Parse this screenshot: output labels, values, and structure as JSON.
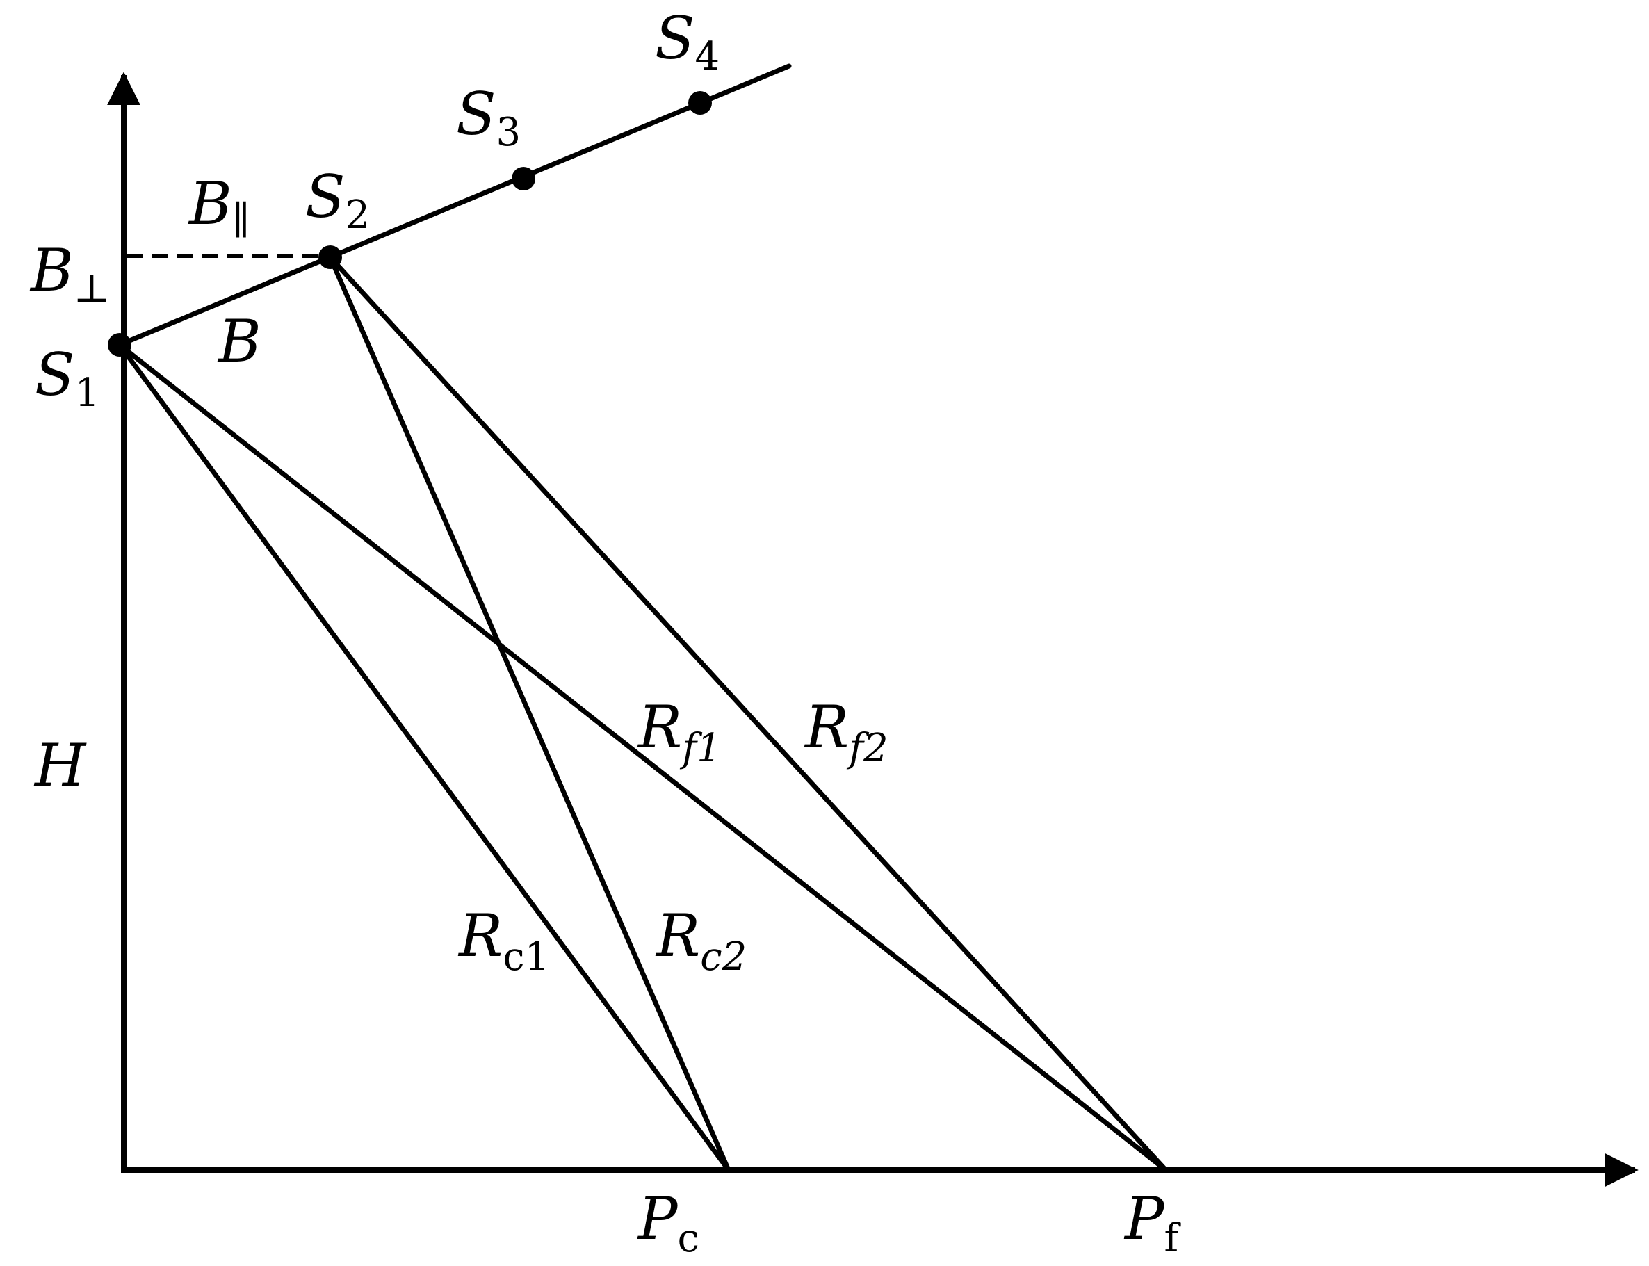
{
  "labels": {
    "S1": {
      "main": "S",
      "sub": "1"
    },
    "S2": {
      "main": "S",
      "sub": "2"
    },
    "S3": {
      "main": "S",
      "sub": "3"
    },
    "S4": {
      "main": "S",
      "sub": "4"
    },
    "B": {
      "main": "B"
    },
    "B_par": {
      "main": "B",
      "sub": "∥"
    },
    "B_perp": {
      "main": "B",
      "sub": "⊥"
    },
    "H": {
      "main": "H"
    },
    "Rc1": {
      "main": "R",
      "sub": "c1"
    },
    "Rc2": {
      "main": "R",
      "sub": "c2"
    },
    "Rf1": {
      "main": "R",
      "sub": "f1"
    },
    "Rf2": {
      "main": "R",
      "sub": "f2"
    },
    "Pc": {
      "main": "P",
      "sub": "c"
    },
    "Pf": {
      "main": "P",
      "sub": "f"
    }
  },
  "colors": {
    "ink": "#000000",
    "background": "#ffffff"
  }
}
